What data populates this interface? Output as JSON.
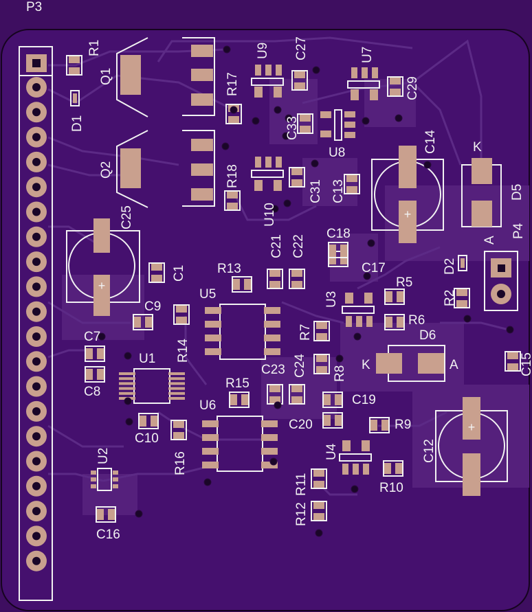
{
  "colors": {
    "background": "#3e0e60",
    "board": "#45106e",
    "pour": "#58237f",
    "pad": "#c9a08e",
    "silk": "#f2f2f2",
    "trace": "#5a2884",
    "via": "#1a0628"
  },
  "labels": {
    "P3": "P3",
    "R1": "R1",
    "Q1": "Q1",
    "D1": "D1",
    "Q2": "Q2",
    "R17": "R17",
    "R18": "R18",
    "U9": "U9",
    "C27": "C27",
    "U7": "U7",
    "C29": "C29",
    "C33": "C33",
    "U8": "U8",
    "C14": "C14",
    "K_D5": "K",
    "D5": "D5",
    "C31": "C31",
    "C13": "C13",
    "U10": "U10",
    "C25": "C25",
    "C1": "C1",
    "C21": "C21",
    "C22": "C22",
    "C18": "C18",
    "C17": "C17",
    "P4": "P4",
    "A_D5": "A",
    "D2": "D2",
    "R13": "R13",
    "U5": "U5",
    "C9": "C9",
    "U3": "U3",
    "R5": "R5",
    "R2": "R2",
    "R6": "R6",
    "R14": "R14",
    "R7": "R7",
    "D6": "D6",
    "C7": "C7",
    "U1": "U1",
    "K_D6": "K",
    "A_D6": "A",
    "C15": "C15",
    "C8": "C8",
    "C23": "C23",
    "C24": "C24",
    "R8": "R8",
    "R15": "R15",
    "C19": "C19",
    "U6": "U6",
    "C10": "C10",
    "C20": "C20",
    "R9": "R9",
    "C12": "C12",
    "U2": "U2",
    "R16": "R16",
    "U4": "U4",
    "R11": "R11",
    "R10": "R10",
    "R12": "R12",
    "C16": "C16"
  }
}
